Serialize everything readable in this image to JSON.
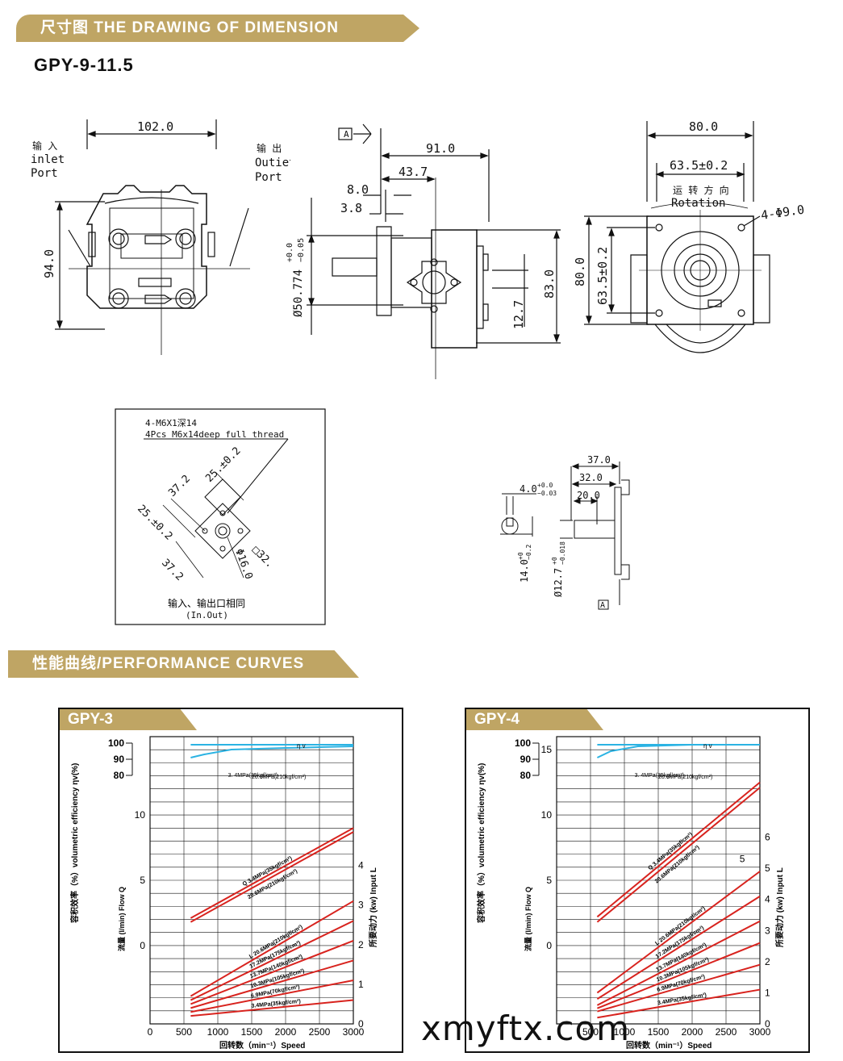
{
  "header": {
    "dimension_banner": "尺寸图 THE DRAWING OF DIMENSION",
    "model": "GPY-9-11.5"
  },
  "front_view": {
    "top_dim": "102.0",
    "side_dim": "94.0",
    "inlet_cn": "输 入",
    "inlet_en1": "inlet",
    "inlet_en2": "Port",
    "outlet_cn": "输 出",
    "outlet_en1": "Outiet",
    "outlet_en2": "Port"
  },
  "side_view": {
    "datum": "A",
    "d91": "91.0",
    "d43": "43.7",
    "d8": "8.0",
    "d3": "3.8",
    "shaft_dia": "Ø50.774",
    "shaft_tol_upper": "+0.0",
    "shaft_tol_lower": "−0.05",
    "d83": "83.0",
    "d12": "12.7"
  },
  "rear_view": {
    "d80_top": "80.0",
    "d63_top": "63.5±0.2",
    "rotation_cn": "运 转 方 向",
    "rotation_en": "Rotation",
    "holes": "4-Φ9.0",
    "d80_side": "80.0",
    "d63_side": "63.5±0.2"
  },
  "port_detail": {
    "thread_cn": "4-M6X1深14",
    "thread_en": "4Pcs M6x14deep full thread",
    "d25a": "25.±0.2",
    "d37a": "37.2",
    "d25b": "25.±0.2",
    "d37b": "37.2",
    "d16": "Φ16.0",
    "sq32": "□32.",
    "caption_cn": "输入、输出口相同",
    "caption_en": "(In.Out)"
  },
  "shaft_detail": {
    "d37": "37.0",
    "d32": "32.0",
    "d20": "20.0",
    "key": "4.0",
    "key_tol_upper": "+0.0",
    "key_tol_lower": "−0.03",
    "d14": "14.0",
    "d14_tol_upper": "+0",
    "d14_tol_lower": "−0.2",
    "d12": "Ø12.7",
    "d12_tol_upper": "+0",
    "d12_tol_lower": "−0.018",
    "datum": "A"
  },
  "performance": {
    "banner": "性能曲线/PERFORMANCE CURVES"
  },
  "chart_data": [
    {
      "type": "line",
      "title": "GPY-3",
      "xlabel": "回转数（min⁻¹）Speed",
      "ylabel_left": "流量 (l/min) Flow Q",
      "ylabel_left_top": "容积效率（%）volumetric efficiency ηv(%)",
      "ylabel_right": "所要动力 (kw) Input L",
      "x_ticks": [
        "0",
        "500",
        "1000",
        "1500",
        "2000",
        "2500",
        "3000"
      ],
      "y_ticks": [
        "0",
        "5",
        "10"
      ],
      "eff_ticks": [
        "100",
        "90",
        "80"
      ],
      "right_ticks": [
        "0",
        "1",
        "2",
        "3",
        "4"
      ],
      "xlim": [
        0,
        3000
      ],
      "ylim": [
        -6,
        16
      ],
      "right_ylim": [
        0,
        5.5
      ],
      "grid": true,
      "eff_label": "η v",
      "efficiency": [
        {
          "name": "20.6MPa(210kgf/cm²)",
          "x": [
            600,
            800,
            1200,
            2000,
            3000
          ],
          "y": [
            96,
            97,
            98.5,
            99,
            99.5
          ]
        },
        {
          "name": "3. 4MPa(35kgf/cm²)",
          "x": [
            600,
            3000
          ],
          "y": [
            100,
            100
          ]
        }
      ],
      "flow": [
        {
          "name": "Q  3.4MPa(35kgf/cm²)",
          "x": [
            600,
            3000
          ],
          "y": [
            2.1,
            9.0
          ]
        },
        {
          "name": "20.6MPa(210kgf/cm²)",
          "x": [
            600,
            3000
          ],
          "y": [
            1.8,
            8.7
          ]
        }
      ],
      "power": [
        {
          "name": "L  20.6MPa(210kgf/cm²)",
          "x": [
            600,
            3000
          ],
          "y": [
            0.7,
            3.1
          ]
        },
        {
          "name": "17.2MPa(175kgf/cm²)",
          "x": [
            600,
            3000
          ],
          "y": [
            0.6,
            2.6
          ]
        },
        {
          "name": "13.7MPa(140kgf/cm²)",
          "x": [
            600,
            3000
          ],
          "y": [
            0.5,
            2.1
          ]
        },
        {
          "name": "10.3MPa(105kgf/cm²)",
          "x": [
            600,
            3000
          ],
          "y": [
            0.4,
            1.6
          ]
        },
        {
          "name": "6.9MPa(70kgf/cm²)",
          "x": [
            600,
            3000
          ],
          "y": [
            0.3,
            1.1
          ]
        },
        {
          "name": "3.4MPa(35kgf/cm²)",
          "x": [
            600,
            3000
          ],
          "y": [
            0.2,
            0.6
          ]
        }
      ]
    },
    {
      "type": "line",
      "title": "GPY-4",
      "xlabel": "回转数（min⁻¹）Speed",
      "ylabel_left": "流量 (l/min) Flow Q",
      "ylabel_left_top": "容积效率（%）volumetric efficiency ηv(%)",
      "ylabel_right": "所要动力 (kw) Input L",
      "x_ticks": [
        "500",
        "1000",
        "1500",
        "2000",
        "2500",
        "3000"
      ],
      "y_ticks": [
        "0",
        "5",
        "10",
        "15"
      ],
      "eff_ticks": [
        "100",
        "90",
        "80"
      ],
      "right_ticks": [
        "0",
        "1",
        "2",
        "3",
        "4",
        "5",
        "6"
      ],
      "xlim": [
        0,
        3000
      ],
      "ylim": [
        -6,
        16
      ],
      "right_ylim": [
        0,
        7
      ],
      "grid": true,
      "eff_label": "η v",
      "efficiency": [
        {
          "name": "20.6MPa(210kgf/cm²)",
          "x": [
            600,
            800,
            1200,
            2000,
            3000
          ],
          "y": [
            96,
            98,
            99.5,
            100,
            100
          ]
        },
        {
          "name": "3. 4MPa(35kgf/cm²)",
          "x": [
            600,
            3000
          ],
          "y": [
            100,
            100
          ]
        }
      ],
      "flow": [
        {
          "name": "Q  3.4MPa(35kgf/cm²)",
          "x": [
            600,
            3000
          ],
          "y": [
            2.2,
            12.5
          ]
        },
        {
          "name": "20.6MPa(210kgf/cm²)",
          "x": [
            600,
            3000
          ],
          "y": [
            1.8,
            12.1
          ]
        }
      ],
      "power": [
        {
          "name": "L  20.6MPa(210kgf/cm²)",
          "x": [
            600,
            3000
          ],
          "y": [
            1.0,
            4.9
          ]
        },
        {
          "name": "17.2MPa(175kgf/cm²)",
          "x": [
            600,
            3000
          ],
          "y": [
            0.8,
            4.1
          ]
        },
        {
          "name": "13.7MPa(140kgf/cm²)",
          "x": [
            600,
            3000
          ],
          "y": [
            0.6,
            3.3
          ]
        },
        {
          "name": "10.3MPa(105kgf/cm²)",
          "x": [
            600,
            3000
          ],
          "y": [
            0.5,
            2.6
          ]
        },
        {
          "name": "6.9MPa(70kgf/cm²)",
          "x": [
            600,
            3000
          ],
          "y": [
            0.4,
            1.9
          ]
        },
        {
          "name": "3.4MPa(35kgf/cm²)",
          "x": [
            600,
            3000
          ],
          "y": [
            0.2,
            1.1
          ]
        }
      ],
      "extra_label": "5"
    }
  ],
  "watermark": "xmyftx.com",
  "colors": {
    "banner": "#bfa564",
    "flow_power": "#d8231e",
    "efficiency": "#2bb3e3"
  }
}
